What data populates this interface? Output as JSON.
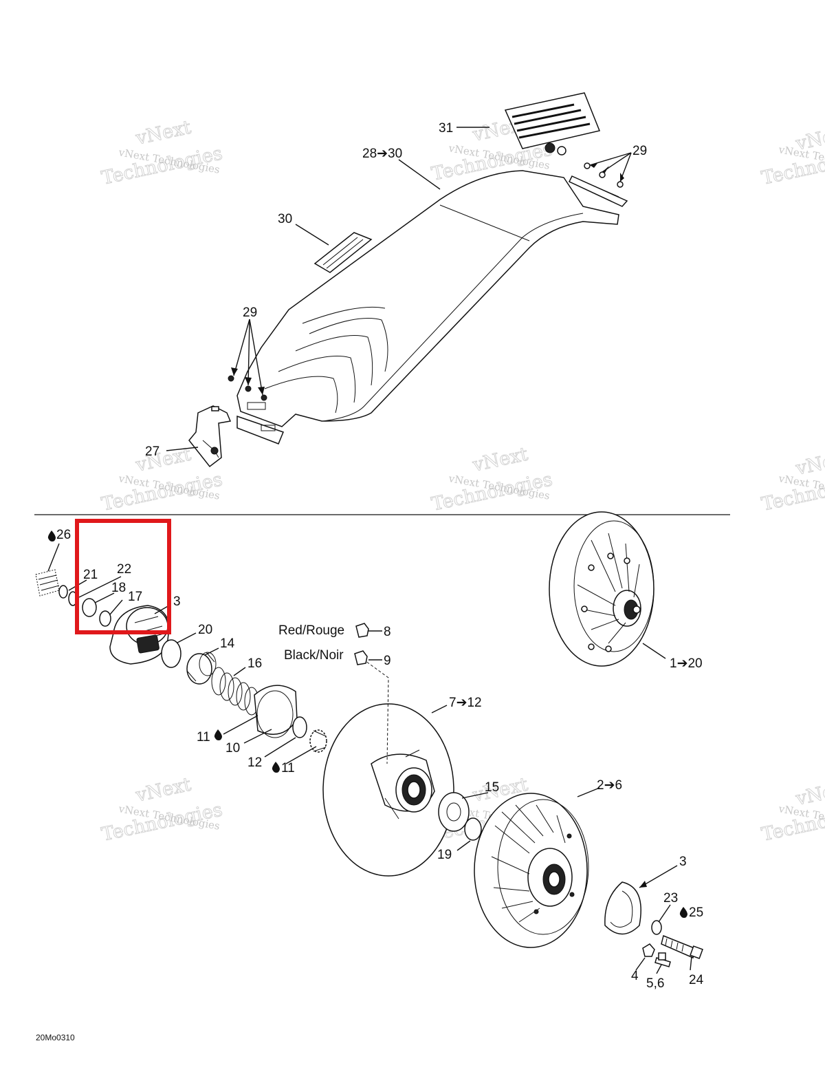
{
  "callouts": {
    "c31": "31",
    "c28_30": "28➔30",
    "c29_top": "29",
    "c30": "30",
    "c29_mid": "29",
    "c27": "27",
    "c26": "26",
    "c21": "21",
    "c22": "22",
    "c18": "18",
    "c17": "17",
    "c3_top": "3",
    "c20": "20",
    "c14": "14",
    "c16": "16",
    "c8": "8",
    "c9": "9",
    "c1_20": "1➔20",
    "c7_12": "7➔12",
    "c11_a": "11",
    "c10": "10",
    "c12": "12",
    "c11_b": "11",
    "c15": "15",
    "c19": "19",
    "c2_6": "2➔6",
    "c3_bot": "3",
    "c23": "23",
    "c25": "25",
    "c4": "4",
    "c5_6": "5,6",
    "c24": "24"
  },
  "color_labels": {
    "red": "Red/Rouge",
    "black": "Black/Noir"
  },
  "drawing_code": "20Mo0310",
  "watermark": {
    "line1": "vNext Technologies",
    "line2": "vNext",
    "line3": "Technologies"
  },
  "highlight_color": "#e0181b"
}
